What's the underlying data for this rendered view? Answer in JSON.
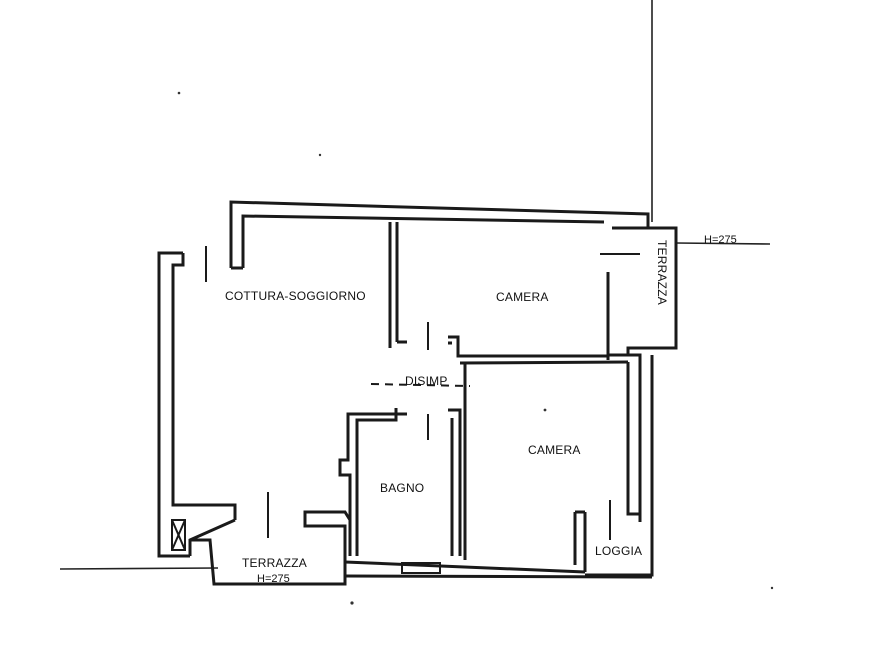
{
  "rooms": {
    "living": "COTTURA-SOGGIORNO",
    "bedroom_top": "CAMERA",
    "bedroom_bottom": "CAMERA",
    "hall": "DISIMP",
    "bath": "BAGNO",
    "terrace_bottom": "TERRAZZA",
    "terrace_bottom_height": "H=275",
    "terrace_right": "TERRAZZA",
    "terrace_right_height": "H=275",
    "loggia": "LOGGIA"
  }
}
